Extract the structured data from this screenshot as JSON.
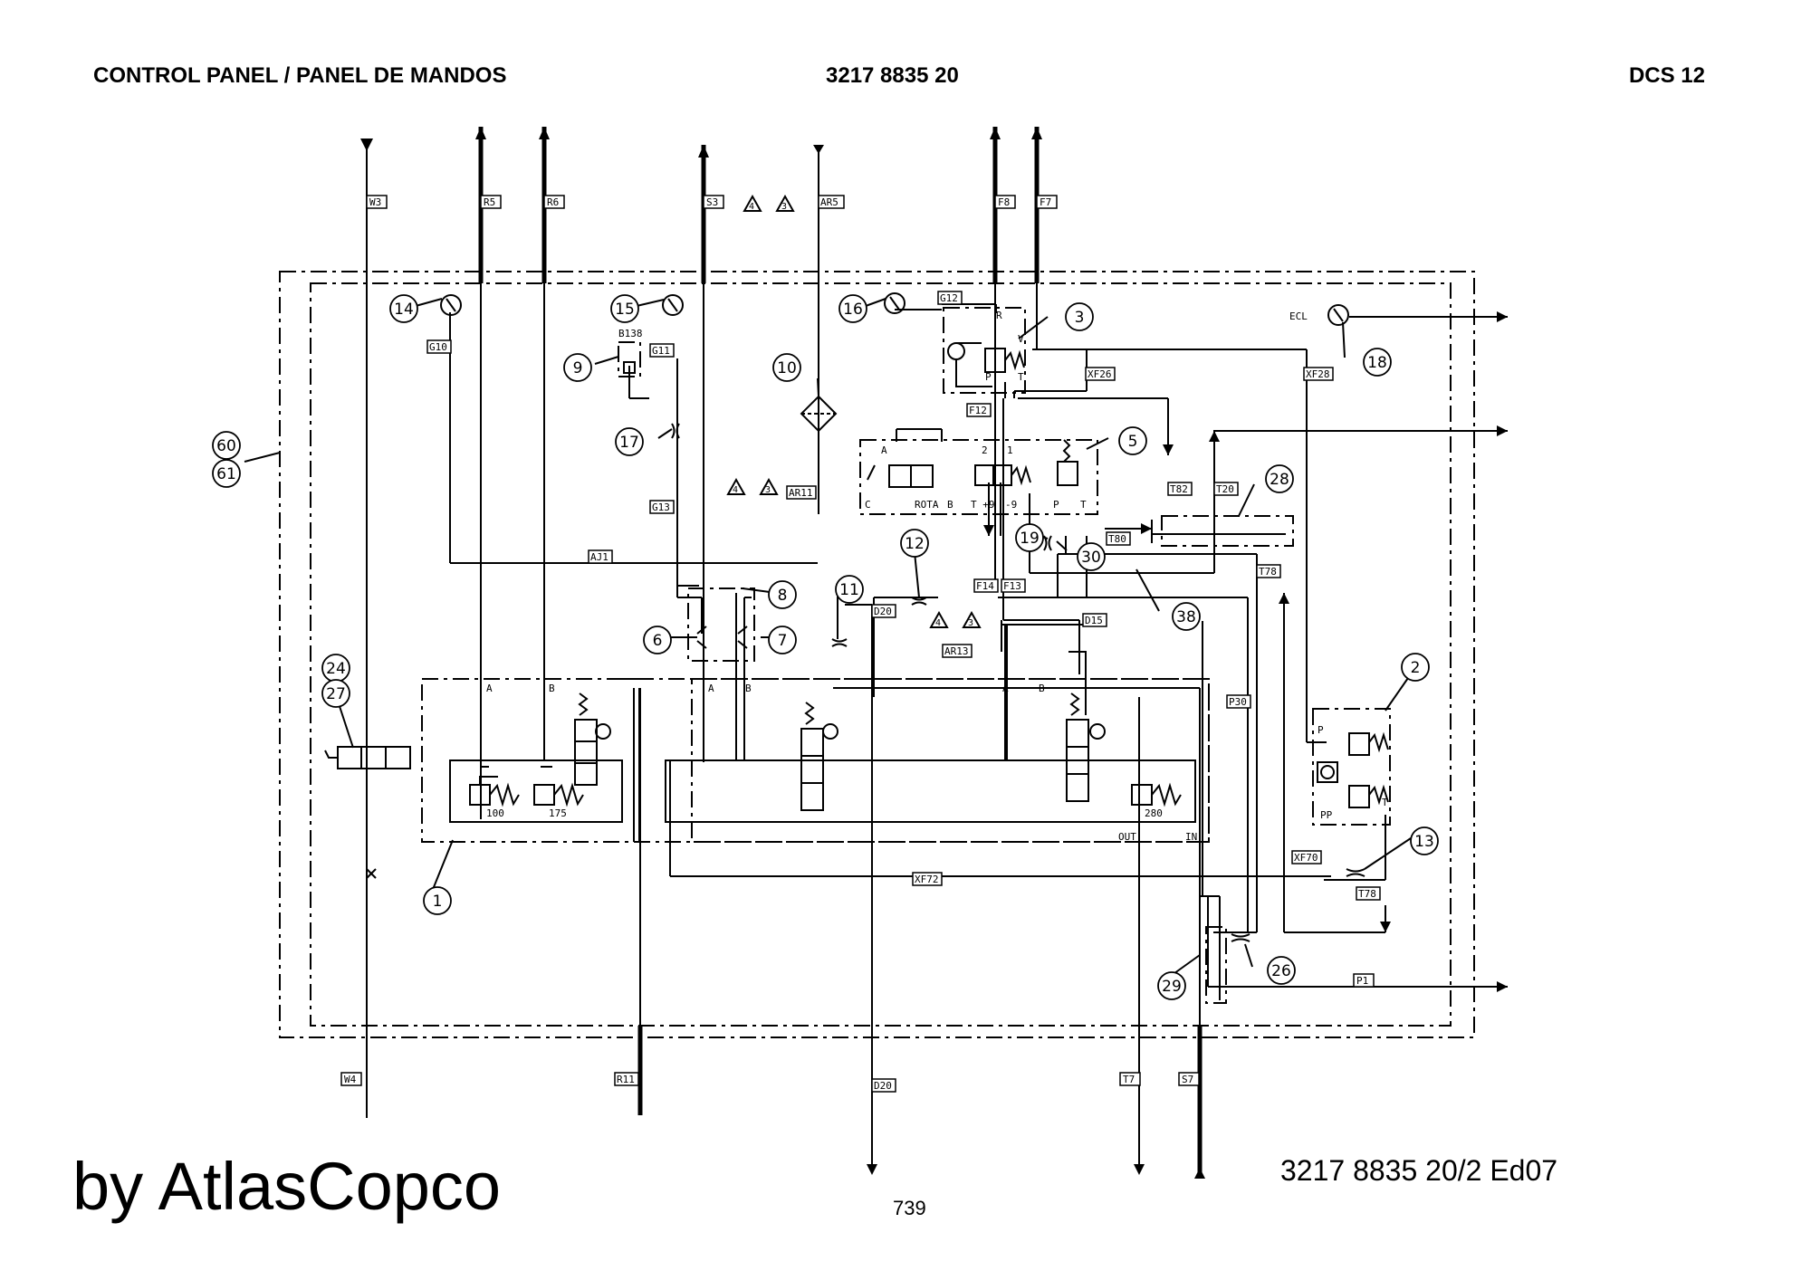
{
  "header": {
    "left": "CONTROL PANEL / PANEL DE MANDOS",
    "center": "3217 8835 20",
    "right": "DCS 12"
  },
  "footer": {
    "brand": "by AtlasCopco",
    "doc_ref": "3217 8835 20/2  Ed07",
    "page": "739"
  },
  "port_tags": {
    "W3": "W3",
    "R5": "R5",
    "R6": "R6",
    "S3": "S3",
    "AR5": "AR5",
    "F8": "F8",
    "F7": "F7",
    "G10": "G10",
    "G11": "G11",
    "G12": "G12",
    "G13": "G13",
    "F12": "F12",
    "XF26": "XF26",
    "XF28": "XF28",
    "AR11": "AR11",
    "AJ1": "AJ1",
    "T82": "T82",
    "T20": "T20",
    "T80": "T80",
    "T78a": "T78",
    "T78b": "T78",
    "F14": "F14",
    "F13": "F13",
    "D20a": "D20",
    "D20b": "D20",
    "D15": "D15",
    "AR13": "AR13",
    "P30": "P30",
    "XF70": "XF70",
    "XF72": "XF72",
    "P1": "P1",
    "W4": "W4",
    "R11": "R11",
    "T7": "T7",
    "S7": "S7"
  },
  "callouts": {
    "c1": "1",
    "c2": "2",
    "c3": "3",
    "c5": "5",
    "c6": "6",
    "c7": "7",
    "c8": "8",
    "c9": "9",
    "c10": "10",
    "c11": "11",
    "c12": "12",
    "c13": "13",
    "c14": "14",
    "c15": "15",
    "c16": "16",
    "c17": "17",
    "c18": "18",
    "c19": "19",
    "c24": "24",
    "c26": "26",
    "c27": "27",
    "c28": "28",
    "c29": "29",
    "c30": "30",
    "c38": "38",
    "c60": "60",
    "c61": "61"
  },
  "warning_marks": {
    "w4": "4",
    "w3": "3"
  },
  "labels": {
    "ecl": "ECL",
    "b138": "B138",
    "A": "A",
    "B": "B",
    "R": "R",
    "P": "P",
    "T": "T",
    "V": "V",
    "two": "2",
    "one": "1",
    "C": "C",
    "rota": "ROTA",
    "tp9": "T +9",
    "m9": "-9",
    "v100": "100",
    "v175": "175",
    "v280": "280",
    "out": "OUT",
    "in": "IN",
    "pp": "PP"
  }
}
